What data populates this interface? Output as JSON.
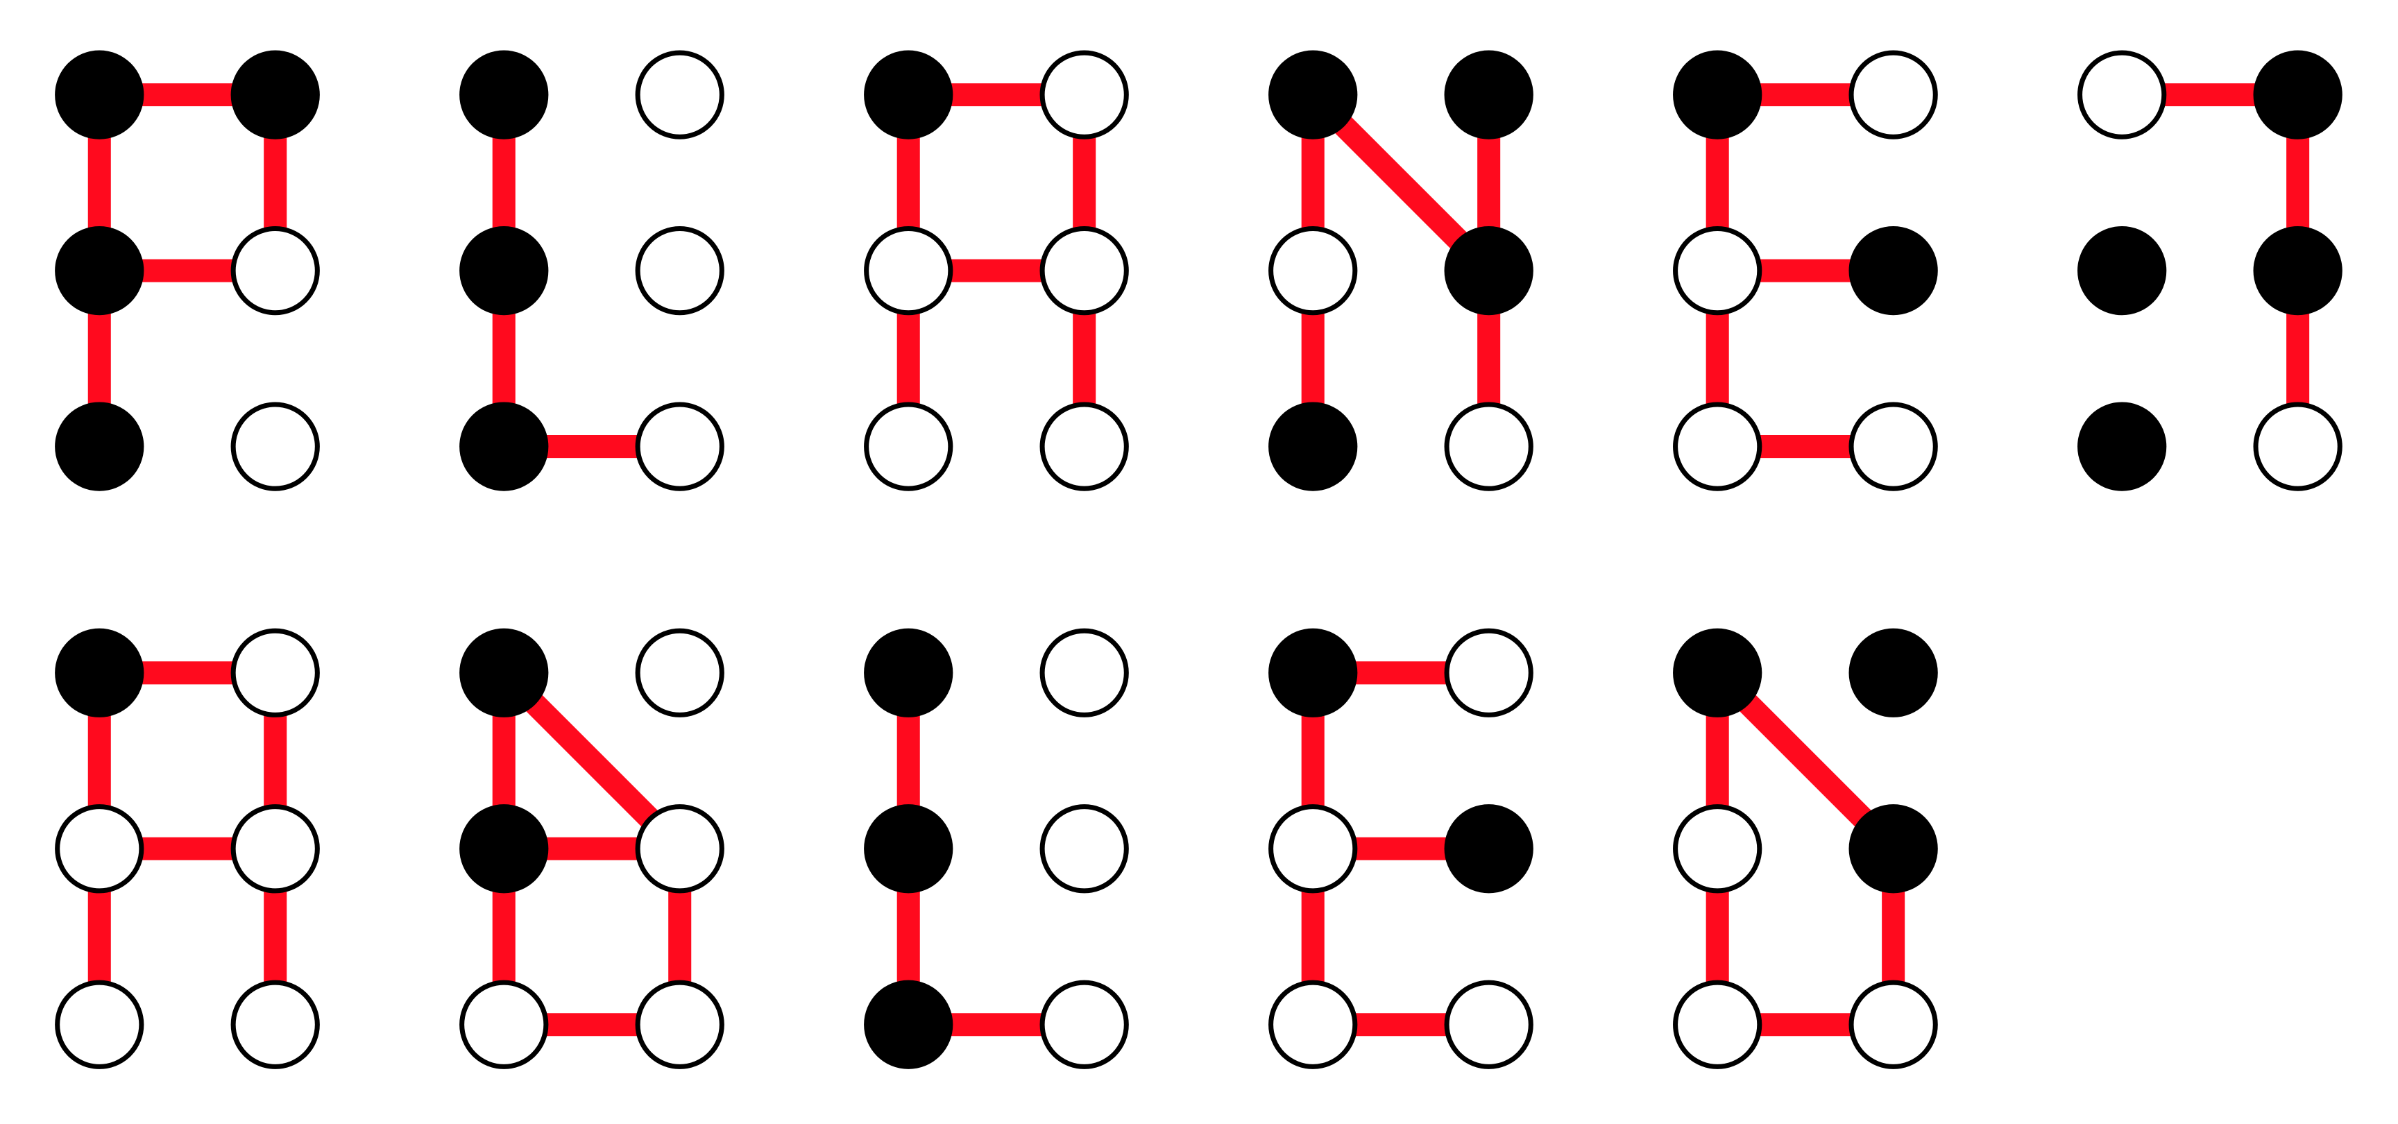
{
  "colors": {
    "background": "#ffffff",
    "connector": "#ff0a1e",
    "dot_filled": "#000000",
    "dot_empty": "#ffffff",
    "dot_outline": "#000000"
  },
  "dot_grid": {
    "columns": 2,
    "rows": 3
  },
  "glyphs": [
    {
      "row": 0,
      "slot": 0,
      "filled": [
        [
          0,
          0
        ],
        [
          1,
          0
        ],
        [
          0,
          1
        ],
        [
          0,
          2
        ]
      ],
      "empty": [
        [
          1,
          1
        ],
        [
          1,
          2
        ]
      ],
      "lines": [
        [
          [
            0,
            0
          ],
          [
            1,
            0
          ]
        ],
        [
          [
            0,
            0
          ],
          [
            0,
            1
          ]
        ],
        [
          [
            0,
            1
          ],
          [
            1,
            1
          ]
        ],
        [
          [
            0,
            1
          ],
          [
            0,
            2
          ]
        ],
        [
          [
            1,
            0
          ],
          [
            1,
            1
          ]
        ]
      ]
    },
    {
      "row": 0,
      "slot": 1,
      "filled": [
        [
          0,
          0
        ],
        [
          0,
          1
        ],
        [
          0,
          2
        ]
      ],
      "empty": [
        [
          1,
          0
        ],
        [
          1,
          1
        ],
        [
          1,
          2
        ]
      ],
      "lines": [
        [
          [
            0,
            0
          ],
          [
            0,
            1
          ]
        ],
        [
          [
            0,
            1
          ],
          [
            0,
            2
          ]
        ],
        [
          [
            0,
            2
          ],
          [
            1,
            2
          ]
        ]
      ]
    },
    {
      "row": 0,
      "slot": 2,
      "filled": [
        [
          0,
          0
        ]
      ],
      "empty": [
        [
          1,
          0
        ],
        [
          0,
          1
        ],
        [
          1,
          1
        ],
        [
          0,
          2
        ],
        [
          1,
          2
        ]
      ],
      "lines": [
        [
          [
            0,
            0
          ],
          [
            1,
            0
          ]
        ],
        [
          [
            0,
            0
          ],
          [
            0,
            1
          ]
        ],
        [
          [
            1,
            0
          ],
          [
            1,
            1
          ]
        ],
        [
          [
            0,
            1
          ],
          [
            1,
            1
          ]
        ],
        [
          [
            0,
            1
          ],
          [
            0,
            2
          ]
        ],
        [
          [
            1,
            1
          ],
          [
            1,
            2
          ]
        ]
      ]
    },
    {
      "row": 0,
      "slot": 3,
      "filled": [
        [
          0,
          0
        ],
        [
          1,
          0
        ],
        [
          1,
          1
        ],
        [
          0,
          2
        ]
      ],
      "empty": [
        [
          0,
          1
        ],
        [
          1,
          2
        ]
      ],
      "lines": [
        [
          [
            0,
            0
          ],
          [
            0,
            1
          ]
        ],
        [
          [
            0,
            0
          ],
          [
            1,
            1
          ]
        ],
        [
          [
            1,
            0
          ],
          [
            1,
            1
          ]
        ],
        [
          [
            0,
            1
          ],
          [
            0,
            2
          ]
        ],
        [
          [
            1,
            1
          ],
          [
            1,
            2
          ]
        ]
      ]
    },
    {
      "row": 0,
      "slot": 4,
      "filled": [
        [
          0,
          0
        ],
        [
          1,
          1
        ]
      ],
      "empty": [
        [
          1,
          0
        ],
        [
          0,
          1
        ],
        [
          0,
          2
        ],
        [
          1,
          2
        ]
      ],
      "lines": [
        [
          [
            0,
            0
          ],
          [
            1,
            0
          ]
        ],
        [
          [
            0,
            0
          ],
          [
            0,
            1
          ]
        ],
        [
          [
            0,
            1
          ],
          [
            1,
            1
          ]
        ],
        [
          [
            0,
            1
          ],
          [
            0,
            2
          ]
        ],
        [
          [
            0,
            2
          ],
          [
            1,
            2
          ]
        ]
      ]
    },
    {
      "row": 0,
      "slot": 5,
      "filled": [
        [
          1,
          0
        ],
        [
          0,
          1
        ],
        [
          1,
          1
        ],
        [
          0,
          2
        ]
      ],
      "empty": [
        [
          0,
          0
        ],
        [
          1,
          2
        ]
      ],
      "lines": [
        [
          [
            0,
            0
          ],
          [
            1,
            0
          ]
        ],
        [
          [
            1,
            0
          ],
          [
            1,
            1
          ]
        ],
        [
          [
            1,
            1
          ],
          [
            1,
            2
          ]
        ]
      ]
    },
    {
      "row": 1,
      "slot": 0,
      "filled": [
        [
          0,
          0
        ]
      ],
      "empty": [
        [
          1,
          0
        ],
        [
          0,
          1
        ],
        [
          1,
          1
        ],
        [
          0,
          2
        ],
        [
          1,
          2
        ]
      ],
      "lines": [
        [
          [
            0,
            0
          ],
          [
            1,
            0
          ]
        ],
        [
          [
            0,
            0
          ],
          [
            0,
            1
          ]
        ],
        [
          [
            1,
            0
          ],
          [
            1,
            1
          ]
        ],
        [
          [
            0,
            1
          ],
          [
            1,
            1
          ]
        ],
        [
          [
            0,
            1
          ],
          [
            0,
            2
          ]
        ],
        [
          [
            1,
            1
          ],
          [
            1,
            2
          ]
        ]
      ]
    },
    {
      "row": 1,
      "slot": 1,
      "filled": [
        [
          0,
          0
        ],
        [
          0,
          1
        ]
      ],
      "empty": [
        [
          1,
          0
        ],
        [
          1,
          1
        ],
        [
          0,
          2
        ],
        [
          1,
          2
        ]
      ],
      "lines": [
        [
          [
            0,
            0
          ],
          [
            0,
            1
          ]
        ],
        [
          [
            0,
            0
          ],
          [
            1,
            1
          ]
        ],
        [
          [
            0,
            1
          ],
          [
            1,
            1
          ]
        ],
        [
          [
            0,
            1
          ],
          [
            0,
            2
          ]
        ],
        [
          [
            1,
            1
          ],
          [
            1,
            2
          ]
        ],
        [
          [
            0,
            2
          ],
          [
            1,
            2
          ]
        ]
      ]
    },
    {
      "row": 1,
      "slot": 2,
      "filled": [
        [
          0,
          0
        ],
        [
          0,
          1
        ],
        [
          0,
          2
        ]
      ],
      "empty": [
        [
          1,
          0
        ],
        [
          1,
          1
        ],
        [
          1,
          2
        ]
      ],
      "lines": [
        [
          [
            0,
            0
          ],
          [
            0,
            1
          ]
        ],
        [
          [
            0,
            1
          ],
          [
            0,
            2
          ]
        ],
        [
          [
            0,
            2
          ],
          [
            1,
            2
          ]
        ]
      ]
    },
    {
      "row": 1,
      "slot": 3,
      "filled": [
        [
          0,
          0
        ],
        [
          1,
          1
        ]
      ],
      "empty": [
        [
          1,
          0
        ],
        [
          0,
          1
        ],
        [
          0,
          2
        ],
        [
          1,
          2
        ]
      ],
      "lines": [
        [
          [
            0,
            0
          ],
          [
            1,
            0
          ]
        ],
        [
          [
            0,
            0
          ],
          [
            0,
            1
          ]
        ],
        [
          [
            0,
            1
          ],
          [
            1,
            1
          ]
        ],
        [
          [
            0,
            1
          ],
          [
            0,
            2
          ]
        ],
        [
          [
            0,
            2
          ],
          [
            1,
            2
          ]
        ]
      ]
    },
    {
      "row": 1,
      "slot": 4,
      "filled": [
        [
          0,
          0
        ],
        [
          1,
          0
        ],
        [
          1,
          1
        ]
      ],
      "empty": [
        [
          0,
          1
        ],
        [
          0,
          2
        ],
        [
          1,
          2
        ]
      ],
      "lines": [
        [
          [
            0,
            0
          ],
          [
            0,
            1
          ]
        ],
        [
          [
            0,
            0
          ],
          [
            1,
            1
          ]
        ],
        [
          [
            0,
            1
          ],
          [
            0,
            2
          ]
        ],
        [
          [
            1,
            1
          ],
          [
            1,
            2
          ]
        ],
        [
          [
            0,
            2
          ],
          [
            1,
            2
          ]
        ]
      ]
    }
  ]
}
